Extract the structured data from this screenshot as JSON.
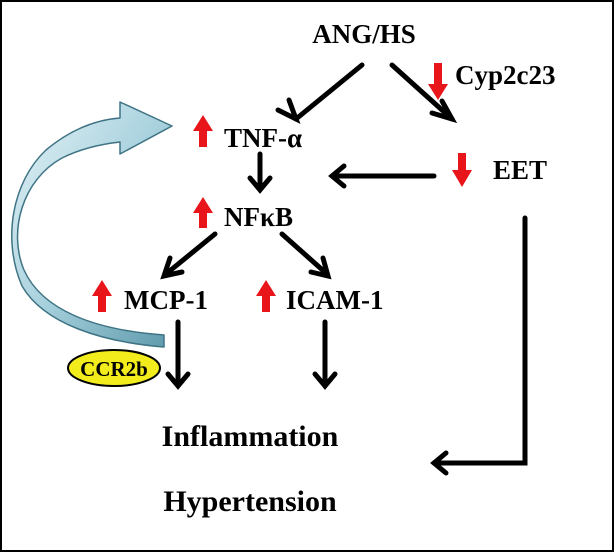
{
  "nodes": {
    "ang_hs": "ANG/HS",
    "cyp2c23": "Cyp2c23",
    "tnf_alpha": "TNF-α",
    "eet": "EET",
    "nfkb": "NFκB",
    "mcp1": "MCP-1",
    "icam1": "ICAM-1",
    "ccr2b": "CCR2b",
    "inflammation": "Inflammation",
    "hypertension": "Hypertension"
  },
  "changes": {
    "cyp2c23": "down",
    "tnf_alpha": "up",
    "eet": "down",
    "nfkb": "up",
    "mcp1": "up",
    "icam1": "up"
  },
  "colors": {
    "arrow": "#000000",
    "up_down_marker": "#e8161b",
    "feedback_arrow": "#b7dbe4",
    "ccr2b_fill": "#f2ec1c"
  }
}
